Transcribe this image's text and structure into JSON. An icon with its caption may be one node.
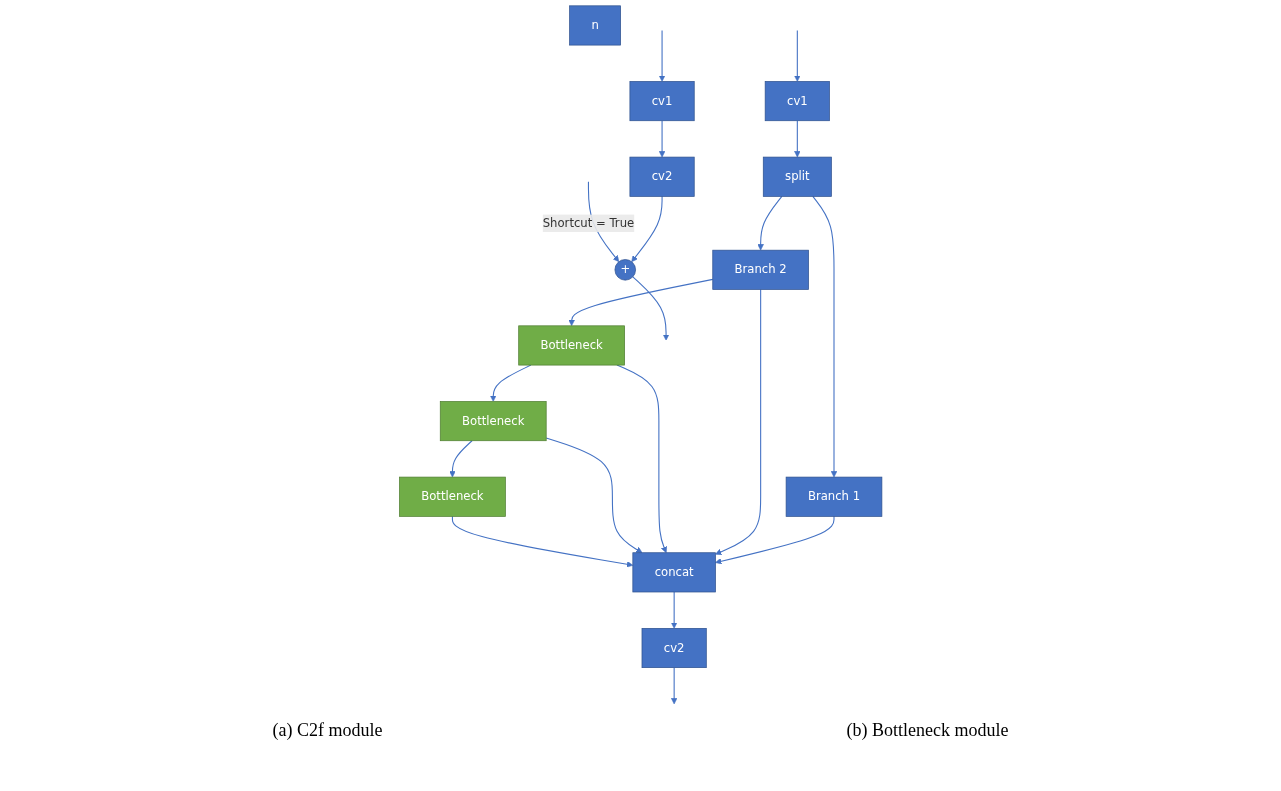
{
  "diagram": {
    "nodes": [
      {
        "text": [
          "cv1"
        ]
      },
      {
        "text": [
          "split"
        ]
      },
      {
        "text": [
          "Branch 1"
        ]
      },
      {
        "text": [
          "Branch 2"
        ]
      },
      {
        "text": [
          "Bottleneck"
        ]
      },
      {
        "text": [
          "Bottleneck"
        ]
      },
      {
        "text": [
          "Bottleneck"
        ]
      },
      {
        "text": [
          "n"
        ]
      },
      {
        "text": [
          "concat"
        ]
      },
      {
        "text": [
          "cv2"
        ]
      },
      {
        "text": [
          "cv1"
        ]
      },
      {
        "text": [
          "cv2"
        ]
      },
      {
        "text": [
          "+"
        ]
      }
    ],
    "edges": [
      {
        "from": null,
        "to": 0,
        "arrow": "to"
      },
      {
        "from": 0,
        "to": 1,
        "arrow": "to"
      },
      {
        "from": 1,
        "to": 2,
        "arrow": "to"
      },
      {
        "from": 1,
        "to": 3,
        "arrow": "to"
      },
      {
        "from": 3,
        "to": 4,
        "arrow": "to"
      },
      {
        "from": 4,
        "to": 5,
        "arrow": "to"
      },
      {
        "from": 5,
        "to": 6,
        "arrow": "to"
      },
      {
        "from": 2,
        "to": 8,
        "arrow": "to"
      },
      {
        "from": 3,
        "to": 8,
        "arrow": "to"
      },
      {
        "from": 4,
        "to": 8,
        "arrow": "to"
      },
      {
        "from": 5,
        "to": 8,
        "arrow": "to"
      },
      {
        "from": 6,
        "to": 8,
        "arrow": "to"
      },
      {
        "from": 8,
        "to": 9,
        "arrow": "to"
      },
      {
        "from": 9,
        "to": null,
        "arrow": "to"
      },
      {
        "from": null,
        "to": 10,
        "arrow": "to"
      },
      {
        "from": 10,
        "to": 11,
        "arrow": "to"
      },
      {
        "from": 11,
        "to": 12,
        "arrow": "to"
      },
      {
        "from": null,
        "to": 12,
        "label": "Shortcut = True",
        "arrow": "to"
      },
      {
        "from": 12,
        "to": null,
        "arrow": "to"
      }
    ],
    "labels": [
      "(a) C2f module",
      "(b) Bottleneck module"
    ]
  }
}
